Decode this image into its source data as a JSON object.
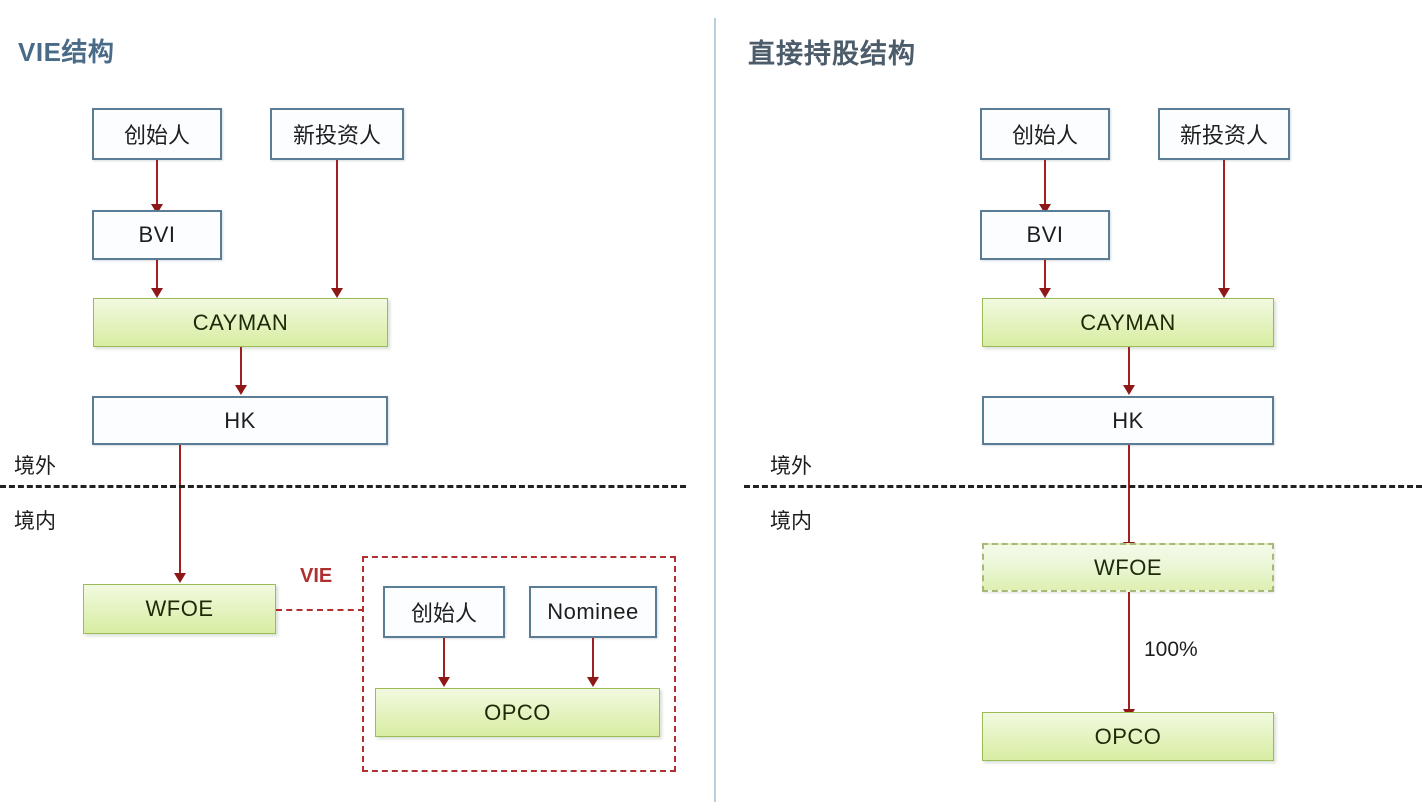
{
  "panels": {
    "left": {
      "title": "VIE结构",
      "region_labels": {
        "offshore": "境外",
        "onshore": "境内"
      },
      "nodes": {
        "founder": "创始人",
        "new_investor": "新投资人",
        "bvi": "BVI",
        "cayman": "CAYMAN",
        "hk": "HK",
        "wfoe": "WFOE",
        "vie_founder": "创始人",
        "nominee": "Nominee",
        "opco": "OPCO"
      },
      "vie_label": "VIE"
    },
    "right": {
      "title": "直接持股结构",
      "region_labels": {
        "offshore": "境外",
        "onshore": "境内"
      },
      "nodes": {
        "founder": "创始人",
        "new_investor": "新投资人",
        "bvi": "BVI",
        "cayman": "CAYMAN",
        "hk": "HK",
        "wfoe": "WFOE",
        "opco": "OPCO"
      },
      "edge_labels": {
        "wfoe_to_opco": "100%"
      }
    }
  },
  "colors": {
    "title_left": "#4a6b87",
    "title_right": "#4c5c6b",
    "box_border_blue": "#5b7c95",
    "box_fill_green": "#e6f4c4",
    "box_border_green": "#9bbb59",
    "arrow": "#a02020",
    "vie_dashed": "#b03030",
    "region_divider": "#222222",
    "panel_divider": "#b9cfdd"
  }
}
